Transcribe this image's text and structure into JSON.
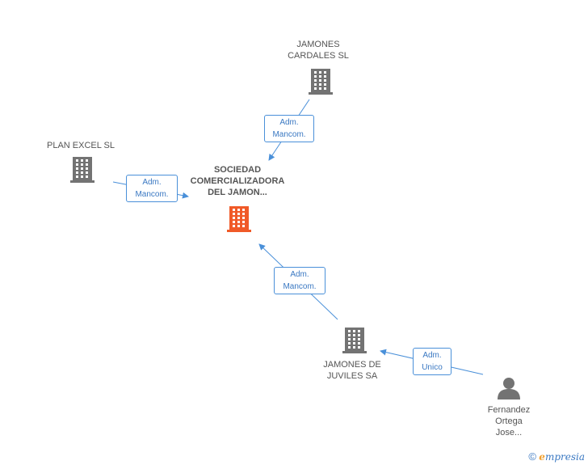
{
  "colors": {
    "building": "#737373",
    "building_main": "#f05a28",
    "edge": "#4a90d9",
    "edge_text": "#3a78c2"
  },
  "nodes": {
    "main": {
      "label_lines": [
        "SOCIEDAD",
        "COMERCIALIZADORA",
        "DEL JAMON..."
      ],
      "icon": "building-icon"
    },
    "jamones_cardales": {
      "label_lines": [
        "JAMONES",
        "CARDALES  SL"
      ],
      "icon": "building-icon"
    },
    "plan_excel": {
      "label_lines": [
        "PLAN EXCEL SL"
      ],
      "icon": "building-icon"
    },
    "jamones_juviles": {
      "label_lines": [
        "JAMONES DE",
        "JUVILES SA"
      ],
      "icon": "building-icon"
    },
    "fernandez": {
      "label_lines": [
        "Fernandez",
        "Ortega",
        "Jose..."
      ],
      "icon": "person-icon"
    }
  },
  "edges": [
    {
      "id": "cardales-main",
      "lines": [
        "Adm.",
        "Mancom."
      ]
    },
    {
      "id": "planexcel-main",
      "lines": [
        "Adm.",
        "Mancom."
      ]
    },
    {
      "id": "juviles-main",
      "lines": [
        "Adm.",
        "Mancom."
      ]
    },
    {
      "id": "fernandez-juviles",
      "lines": [
        "Adm.",
        "Unico"
      ]
    }
  ],
  "footer": {
    "copyright": "©",
    "brand_e": "e",
    "brand_rest": "mpresia"
  }
}
